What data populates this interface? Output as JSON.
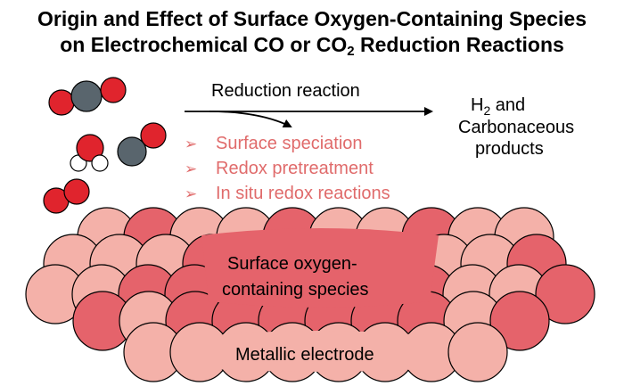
{
  "title": {
    "line1": "Origin and Effect of Surface Oxygen-Containing Species",
    "line2_prefix": "on Electrochemical CO or CO",
    "line2_subscript": "2",
    "line2_suffix": " Reduction Reactions"
  },
  "reaction": {
    "arrow_label": "Reduction reaction",
    "product_prefix": "H",
    "product_subscript": "2",
    "product_line1_suffix": " and",
    "product_line2": "Carbonaceous",
    "product_line3": "products"
  },
  "factors": {
    "bullet_symbol": "➢",
    "items": [
      "Surface speciation",
      "Redox pretreatment",
      "In situ redox reactions"
    ]
  },
  "electrode": {
    "oxygen_label_line1": "Surface oxygen-",
    "oxygen_label_line2": "containing species",
    "metal_label": "Metallic electrode"
  },
  "molecules": [
    "CO2",
    "H2O",
    "CO",
    "O2"
  ],
  "colors": {
    "accent_red": "#e06b6b",
    "sphere_light": "#f4b1a9",
    "sphere_dark": "#e5636b",
    "oxygen_red": "#e0242d",
    "carbon_grey": "#59656d",
    "hydrogen_white": "#ffffff"
  }
}
